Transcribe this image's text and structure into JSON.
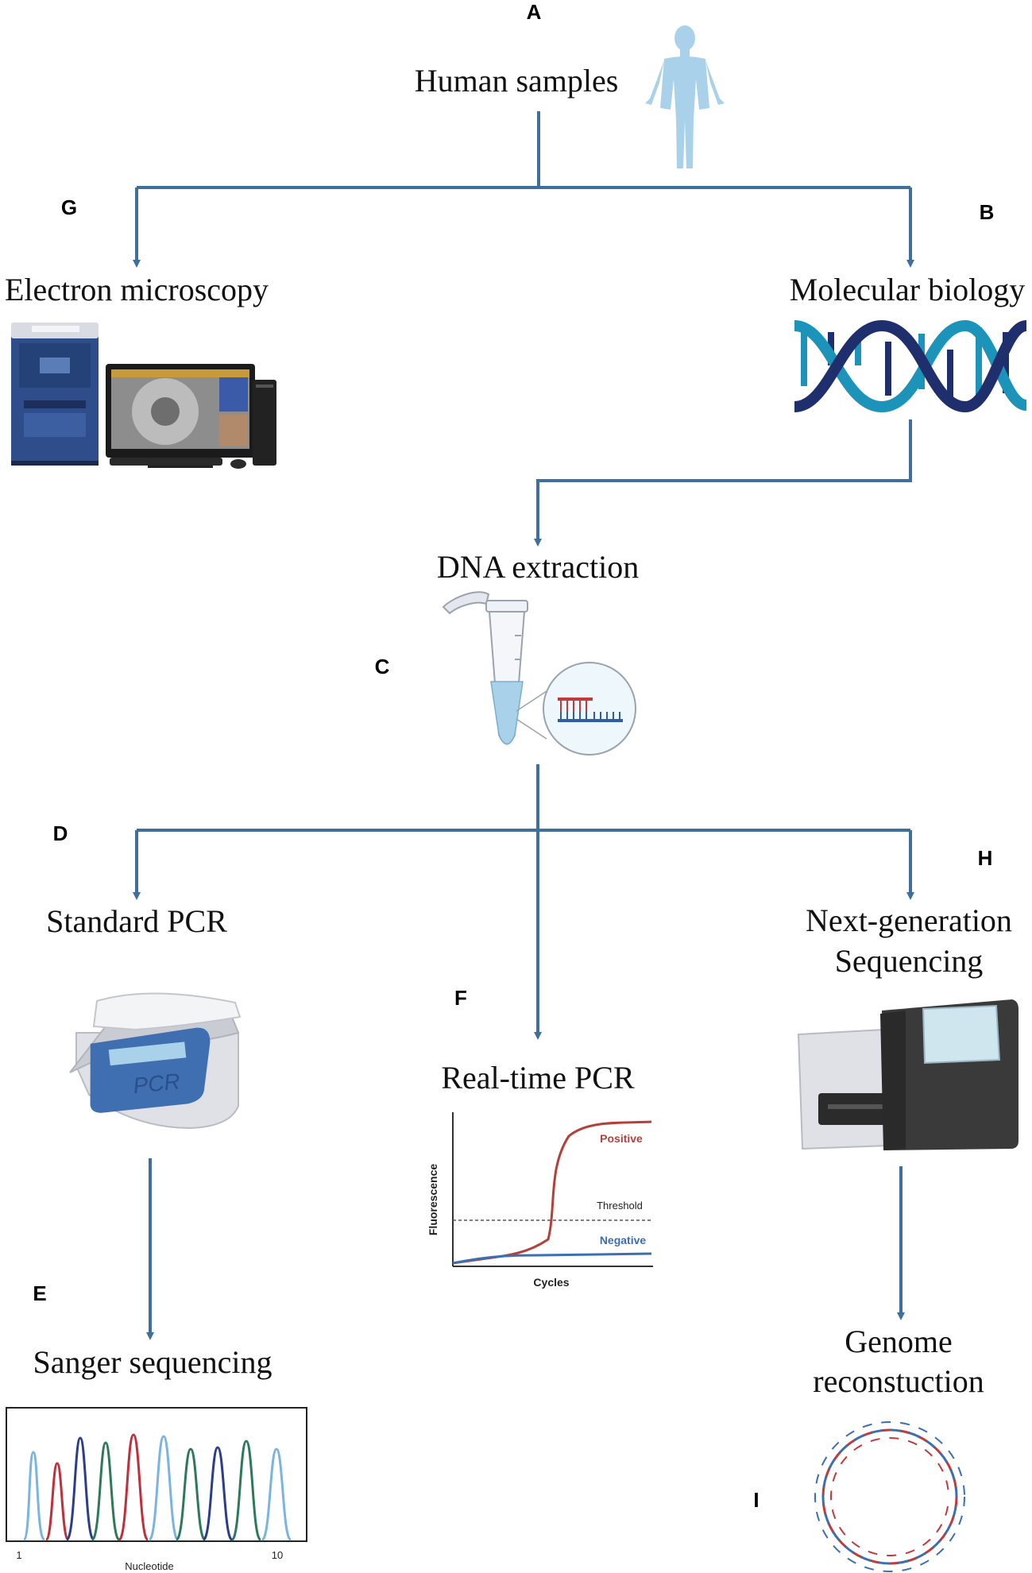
{
  "panels": {
    "A": {
      "letter": "A",
      "title": "Human samples"
    },
    "B": {
      "letter": "B",
      "title": "Molecular biology"
    },
    "C": {
      "letter": "C",
      "title": "DNA extraction"
    },
    "D": {
      "letter": "D",
      "title": "Standard PCR",
      "device_label": "PCR"
    },
    "E": {
      "letter": "E",
      "title": "Sanger sequencing",
      "x_label": "Nucleotide",
      "x_start": "1",
      "x_end": "10"
    },
    "F": {
      "letter": "F",
      "title": "Real-time PCR",
      "x_label": "Cycles",
      "y_label": "Fluorescence",
      "positive": "Positive",
      "threshold": "Threshold",
      "negative": "Negative"
    },
    "G": {
      "letter": "G",
      "title": "Electron microscopy"
    },
    "H": {
      "letter": "H",
      "title_line1": "Next-generation",
      "title_line2": "Sequencing"
    },
    "I": {
      "letter": "I",
      "title_line1": "Genome",
      "title_line2": "reconstuction"
    }
  },
  "colors": {
    "arrow": "#3f6f9c",
    "human": "#a9d2ea",
    "positive": "#b5403a",
    "negative": "#3c6fb0",
    "dna_dark": "#1f2f6e",
    "dna_light": "#1c93b8"
  }
}
